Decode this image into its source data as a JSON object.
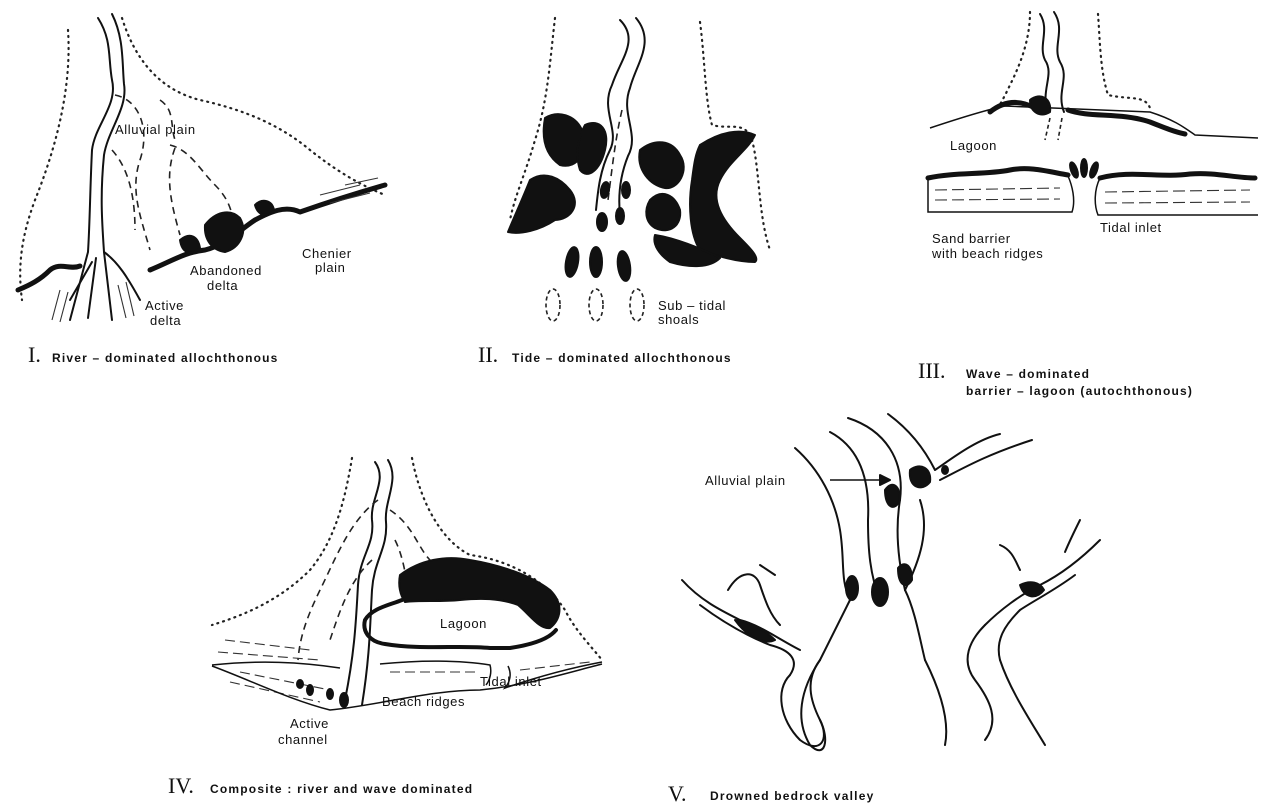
{
  "panels": {
    "river": {
      "numeral": "I.",
      "caption": "River – dominated  allochthonous",
      "labels": {
        "alluvial_plain": "Alluvial plain",
        "abandoned_delta_1": "Abandoned",
        "abandoned_delta_2": "delta",
        "chenier_1": "Chenier",
        "chenier_2": "plain",
        "active_delta_1": "Active",
        "active_delta_2": "delta"
      }
    },
    "tide": {
      "numeral": "II.",
      "caption": "Tide – dominated  allochthonous",
      "labels": {
        "subtidal_1": "Sub – tidal",
        "subtidal_2": "shoals"
      }
    },
    "wave": {
      "numeral": "III.",
      "caption_1": "Wave – dominated",
      "caption_2": "barrier – lagoon  (autochthonous)",
      "labels": {
        "lagoon": "Lagoon",
        "tidal_inlet": "Tidal inlet",
        "sand_barrier_1": "Sand barrier",
        "sand_barrier_2": "with beach ridges"
      }
    },
    "composite": {
      "numeral": "IV.",
      "caption": "Composite : river  and  wave  dominated",
      "labels": {
        "lagoon": "Lagoon",
        "tidal_inlet": "Tidal inlet",
        "beach_ridges": "Beach ridges",
        "active_channel_1": "Active",
        "active_channel_2": "channel"
      }
    },
    "drowned": {
      "numeral": "V.",
      "caption": "Drowned  bedrock  valley",
      "labels": {
        "alluvial_plain": "Alluvial plain"
      }
    }
  }
}
